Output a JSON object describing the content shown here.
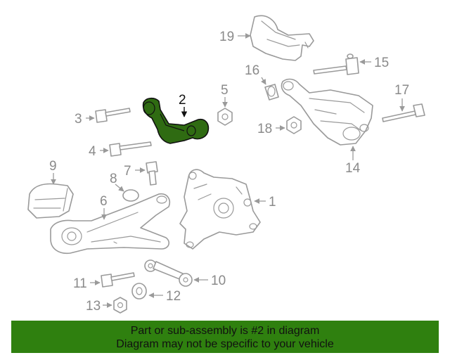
{
  "callouts": {
    "c1": "1",
    "c2": "2",
    "c3": "3",
    "c4": "4",
    "c5": "5",
    "c6": "6",
    "c7": "7",
    "c8": "8",
    "c9": "9",
    "c10": "10",
    "c11": "11",
    "c12": "12",
    "c13": "13",
    "c14": "14",
    "c15": "15",
    "c16": "16",
    "c17": "17",
    "c18": "18",
    "c19": "19"
  },
  "highlight": {
    "part": "2",
    "fill_color": "#2f6b12"
  },
  "banner": {
    "line1": "Part or sub-assembly is #2 in diagram",
    "line2": "Diagram may not be specific to your vehicle",
    "color": "#2f800f"
  }
}
